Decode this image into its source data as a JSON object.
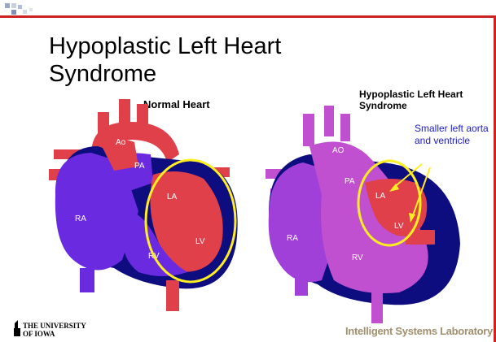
{
  "slide": {
    "title": "Hypoplastic Left Heart Syndrome",
    "normal_label": "Normal Heart",
    "hlhs_label": "Hypoplastic Left Heart Syndrome",
    "annotation": "Smaller left aorta and ventricle",
    "normal_chambers": {
      "ao": "Ao",
      "pa": "PA",
      "la": "LA",
      "lv": "LV",
      "ra": "RA",
      "rv": "RV"
    },
    "hlhs_chambers": {
      "ao": "AO",
      "pa": "PA",
      "la": "LA",
      "lv": "LV",
      "ra": "RA",
      "rv": "RV"
    },
    "footer_logo_text": "The University of Iowa",
    "footer_lab": "Intelligent Systems Laboratory"
  },
  "colors": {
    "accent_red": "#cc2222",
    "highlight_circle": "#ffee22",
    "arrow": "#ffee22",
    "annotation_text": "#2020c0",
    "footer_text": "#a09070",
    "heart_red": "#e0404a",
    "heart_blue": "#6a2ae0",
    "heart_navy": "#0d0d80",
    "heart_magenta": "#c050d0"
  }
}
